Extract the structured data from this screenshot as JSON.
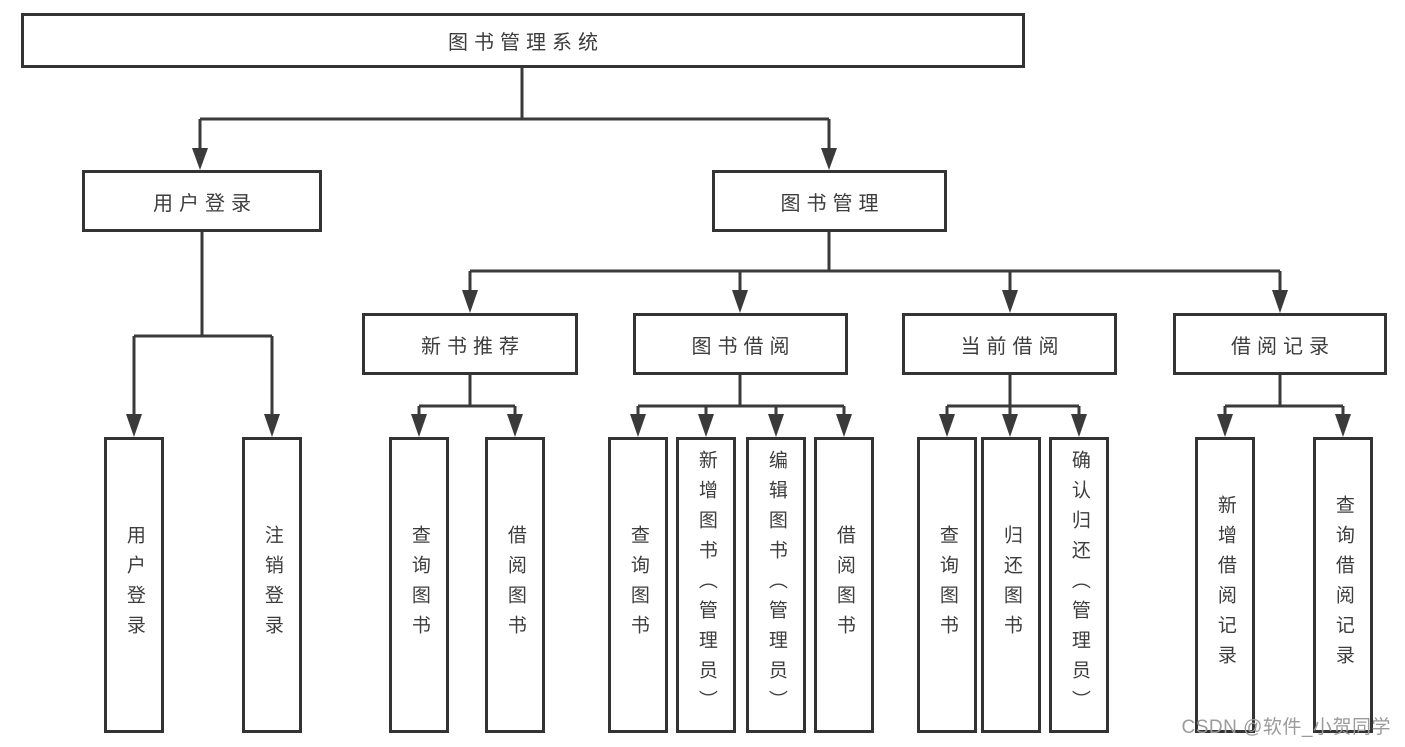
{
  "colors": {
    "line": "#3a3a3a",
    "box_border": "#333333",
    "box_fill": "#ffffff",
    "text": "#3d3d3d",
    "background": "#ffffff",
    "watermark": "#9b9b9b"
  },
  "watermark": {
    "text": "CSDN @软件_小贺同学"
  },
  "tree": {
    "label": "图书管理系统",
    "children": [
      {
        "label": "用户登录",
        "children": [
          {
            "label": "用户登录"
          },
          {
            "label": "注销登录"
          }
        ]
      },
      {
        "label": "图书管理",
        "children": [
          {
            "label": "新书推荐",
            "children": [
              {
                "label": "查询图书"
              },
              {
                "label": "借阅图书"
              }
            ]
          },
          {
            "label": "图书借阅",
            "children": [
              {
                "label": "查询图书"
              },
              {
                "label": "新增图书（管理员）"
              },
              {
                "label": "编辑图书（管理员）"
              },
              {
                "label": "借阅图书"
              }
            ]
          },
          {
            "label": "当前借阅",
            "children": [
              {
                "label": "查询图书"
              },
              {
                "label": "归还图书"
              },
              {
                "label": "确认归还（管理员）"
              }
            ]
          },
          {
            "label": "借阅记录",
            "children": [
              {
                "label": "新增借阅记录"
              },
              {
                "label": "查询借阅记录"
              }
            ]
          }
        ]
      }
    ]
  }
}
